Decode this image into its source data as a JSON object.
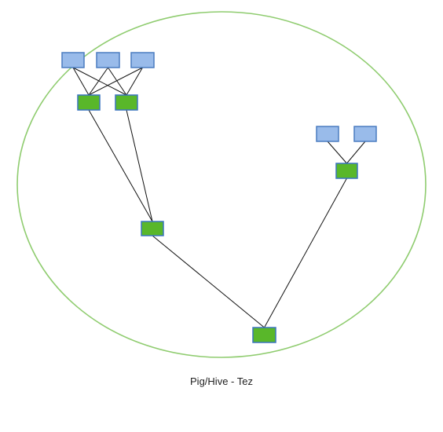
{
  "caption": "Pig/Hive - Tez",
  "colors": {
    "boundary": "#8fcc6f",
    "input_fill": "#99bbea",
    "input_stroke": "#4a7cc0",
    "task_fill": "#59b72a",
    "task_stroke": "#3a74c0",
    "edge": "#111111"
  },
  "graph": {
    "nodes": [
      {
        "id": "in1",
        "kind": "input"
      },
      {
        "id": "in2",
        "kind": "input"
      },
      {
        "id": "in3",
        "kind": "input"
      },
      {
        "id": "m1",
        "kind": "task"
      },
      {
        "id": "m2",
        "kind": "task"
      },
      {
        "id": "in4",
        "kind": "input"
      },
      {
        "id": "in5",
        "kind": "input"
      },
      {
        "id": "m3",
        "kind": "task"
      },
      {
        "id": "r1",
        "kind": "task"
      },
      {
        "id": "r2",
        "kind": "task"
      }
    ],
    "edges": [
      {
        "from": "in1",
        "to": "m1"
      },
      {
        "from": "in1",
        "to": "m2"
      },
      {
        "from": "in2",
        "to": "m1"
      },
      {
        "from": "in2",
        "to": "m2"
      },
      {
        "from": "in3",
        "to": "m1"
      },
      {
        "from": "in3",
        "to": "m2"
      },
      {
        "from": "in4",
        "to": "m3"
      },
      {
        "from": "in5",
        "to": "m3"
      },
      {
        "from": "m1",
        "to": "r1"
      },
      {
        "from": "m2",
        "to": "r1"
      },
      {
        "from": "r1",
        "to": "r2"
      },
      {
        "from": "m3",
        "to": "r2"
      }
    ]
  }
}
